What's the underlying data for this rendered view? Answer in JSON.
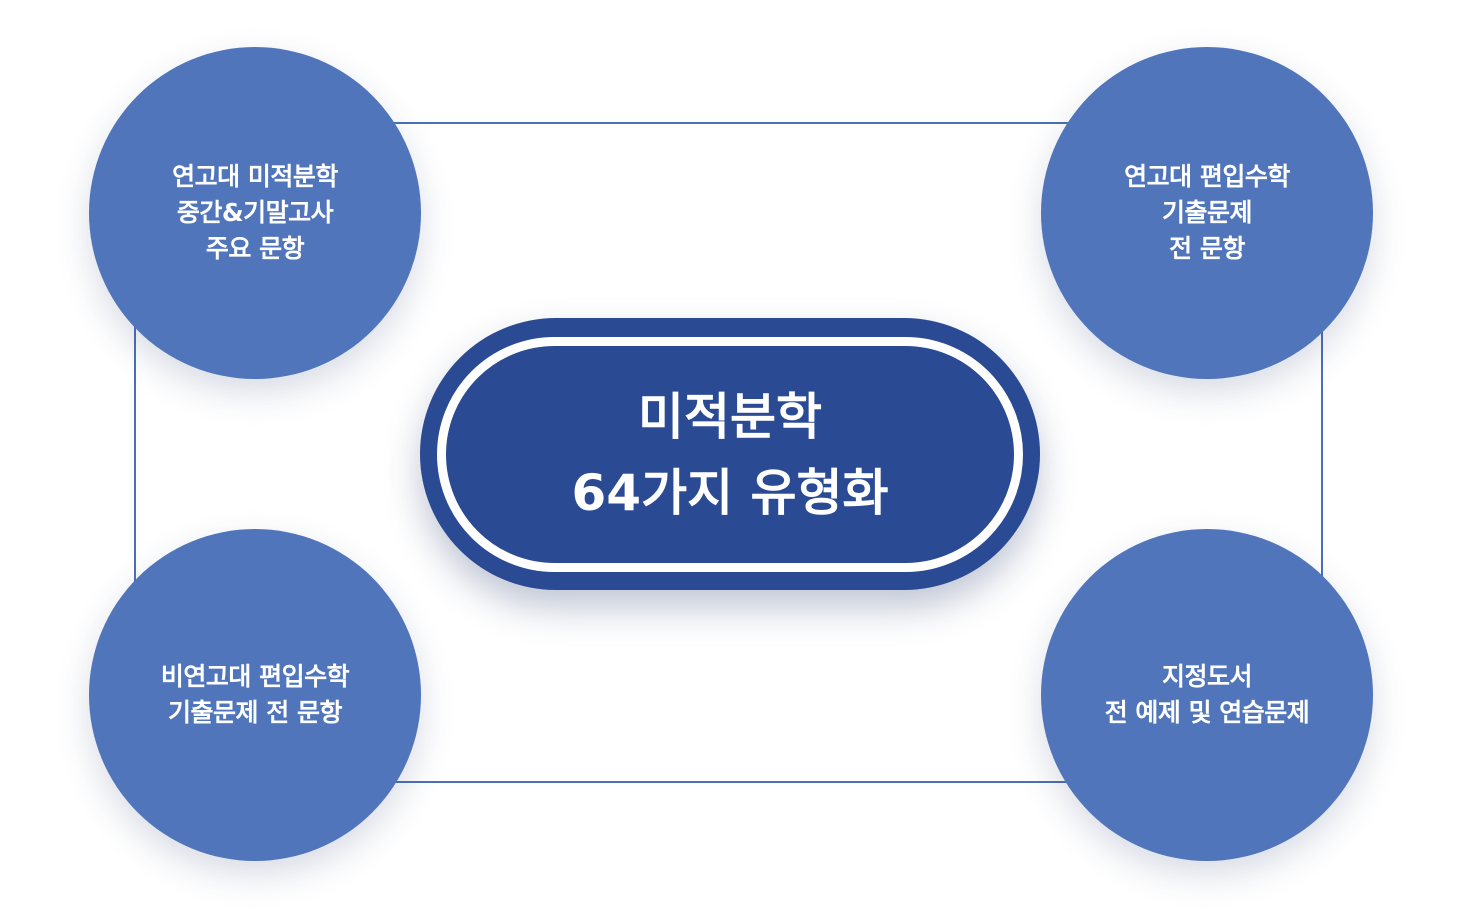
{
  "center": {
    "line1": "미적분학",
    "line2": "64가지 유형화"
  },
  "nodes": {
    "top_left": [
      "연고대 미적분학",
      "중간&기말고사",
      "주요 문항"
    ],
    "top_right": [
      "연고대 편입수학",
      "기출문제",
      "전 문항"
    ],
    "bottom_left": [
      "비연고대 편입수학",
      "기출문제 전 문항"
    ],
    "bottom_right": [
      "지정도서",
      "전 예제 및 연습문제"
    ]
  },
  "colors": {
    "node": "#5075bb",
    "center": "#2a4a93",
    "frame": "#4d6fb5"
  }
}
